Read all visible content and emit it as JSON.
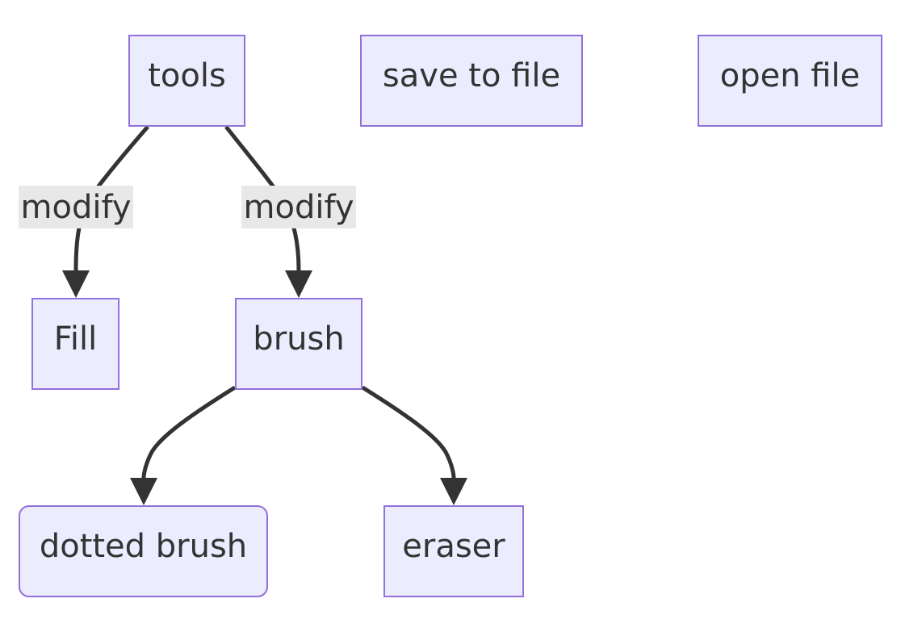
{
  "nodes": {
    "tools": "tools",
    "save_to_file": "save to file",
    "open_file": "open file",
    "fill": "Fill",
    "brush": "brush",
    "dotted_brush": "dotted brush",
    "eraser": "eraser"
  },
  "edges": {
    "tools_fill": "modify",
    "tools_brush": "modify"
  },
  "colors": {
    "node_fill": "#ECECFF",
    "node_stroke": "#9370DB",
    "edge": "#333333",
    "edge_label_bg": "#E8E8E8",
    "text": "#333333"
  }
}
